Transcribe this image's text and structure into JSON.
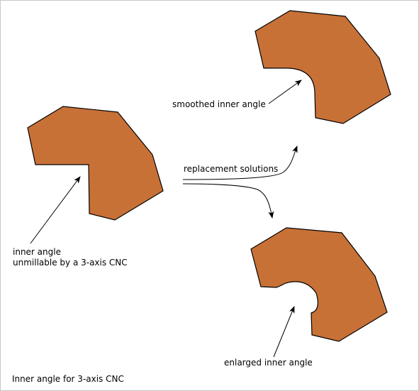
{
  "labels": {
    "inner_angle_line1": "inner angle",
    "inner_angle_line2": "unmillable by a 3-axis CNC",
    "smoothed": "smoothed inner angle",
    "replacement": "replacement solutions",
    "enlarged": "enlarged inner angle"
  },
  "caption": "Inner angle for 3-axis CNC",
  "colors": {
    "part_fill": "#c87137",
    "outline": "#000000",
    "background": "#ffffff"
  }
}
